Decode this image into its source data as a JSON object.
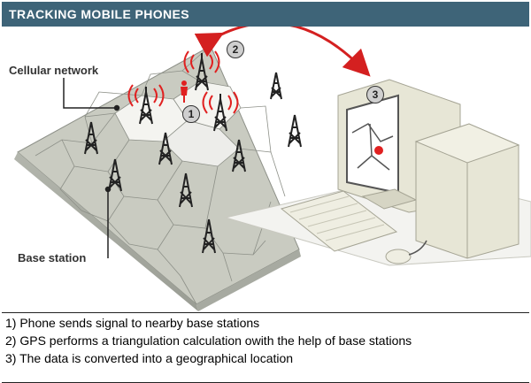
{
  "title": "TRACKING MOBILE PHONES",
  "labels": {
    "cellular_network": "Cellular network",
    "base_station": "Base station"
  },
  "badges": [
    "1",
    "2",
    "3"
  ],
  "steps": [
    "1) Phone sends signal to nearby base stations",
    "2) GPS performs a triangulation calculation owith the help of base stations",
    "3) The data is converted into a geographical location"
  ],
  "colors": {
    "title_bar": "#3e6478",
    "title_text": "#ffffff",
    "terrain": "#c9cbc1",
    "terrain_edge": "#8d9088",
    "signal": "#e02020",
    "phone": "#e02020",
    "computer": "#e7e6d6",
    "arrow": "#d42020",
    "map_point": "#e02020"
  },
  "icons": [
    "tower-icon",
    "signal-wave-icon",
    "mobile-phone-icon",
    "computer-monitor-icon",
    "computer-tower-icon",
    "keyboard-icon",
    "mouse-icon",
    "map-pin-icon"
  ]
}
